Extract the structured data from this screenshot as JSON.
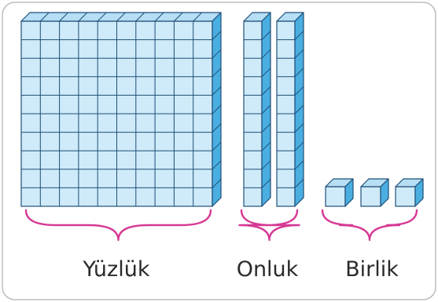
{
  "groups": {
    "hundreds": {
      "label": "Yüzlük"
    },
    "tens": {
      "label": "Onluk"
    },
    "ones": {
      "label": "Birlik"
    }
  },
  "colors": {
    "cube_face": "#cfeaf8",
    "cube_top": "#b6def4",
    "cube_side": "#4aaee0",
    "edge": "#1f4f78",
    "brace": "#d63a94",
    "frame": "#bdbdbd"
  }
}
